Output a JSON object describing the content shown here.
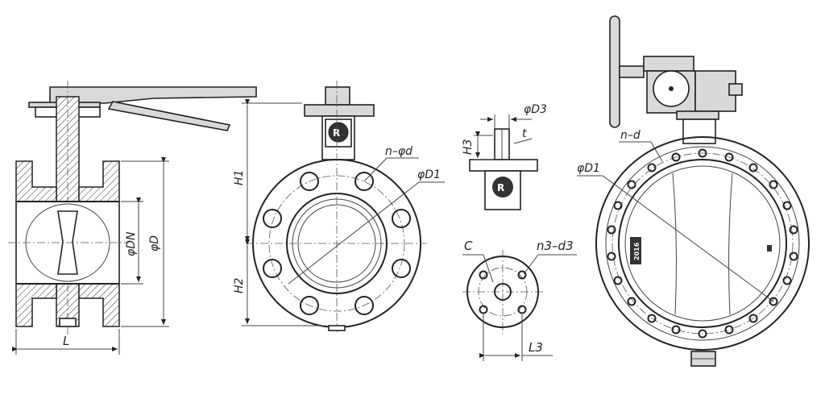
{
  "labels": {
    "L": "L",
    "DN": "φDN",
    "D": "φD",
    "H1": "H1",
    "H2": "H2",
    "n_d_front": "n–φd",
    "D1_front": "φD1",
    "D3": "φD3",
    "H3": "H3",
    "t": "t",
    "C": "C",
    "n3_d3": "n3–d3",
    "L3": "L3",
    "n_d_large": "n–d",
    "D1_large": "φD1",
    "plate": "2016"
  }
}
